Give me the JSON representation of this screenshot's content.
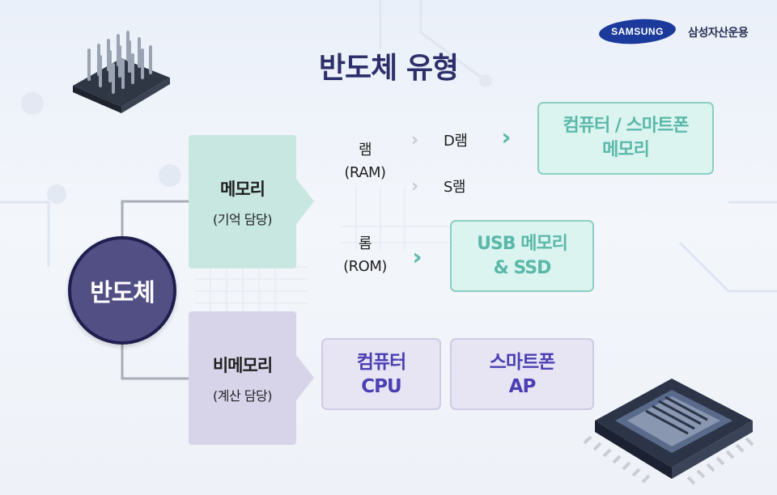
{
  "header": {
    "logo_text": "SAMSUNG",
    "brand_name": "삼성자산운용",
    "title": "반도체 유형"
  },
  "diagram": {
    "root": "반도체",
    "memory": {
      "title": "메모리",
      "subtitle": "(기억 담당)",
      "ram_line1": "램",
      "ram_line2": "(RAM)",
      "dram": "D램",
      "sram": "S램",
      "rom_line1": "롬",
      "rom_line2": "(ROM)",
      "ram_use_line1": "컴퓨터 / 스마트폰",
      "ram_use_line2": "메모리",
      "rom_use_line1": "USB 메모리",
      "rom_use_line2": "& SSD"
    },
    "nonmemory": {
      "title": "비메모리",
      "subtitle": "(계산 담당)",
      "use1_line1": "컴퓨터",
      "use1_line2": "CPU",
      "use2_line1": "스마트폰",
      "use2_line2": "AP"
    }
  },
  "colors": {
    "title": "#2d2f6a",
    "root_circle": "#514f84",
    "memory_box": "#c7e7e0",
    "nonmemory_box": "#d7d4ea",
    "teal_accent": "#5ab8a9",
    "purple_accent": "#4b3fb4"
  },
  "icons": [
    "chip-pins-icon",
    "chip-package-icon",
    "double-chevron-icon"
  ]
}
